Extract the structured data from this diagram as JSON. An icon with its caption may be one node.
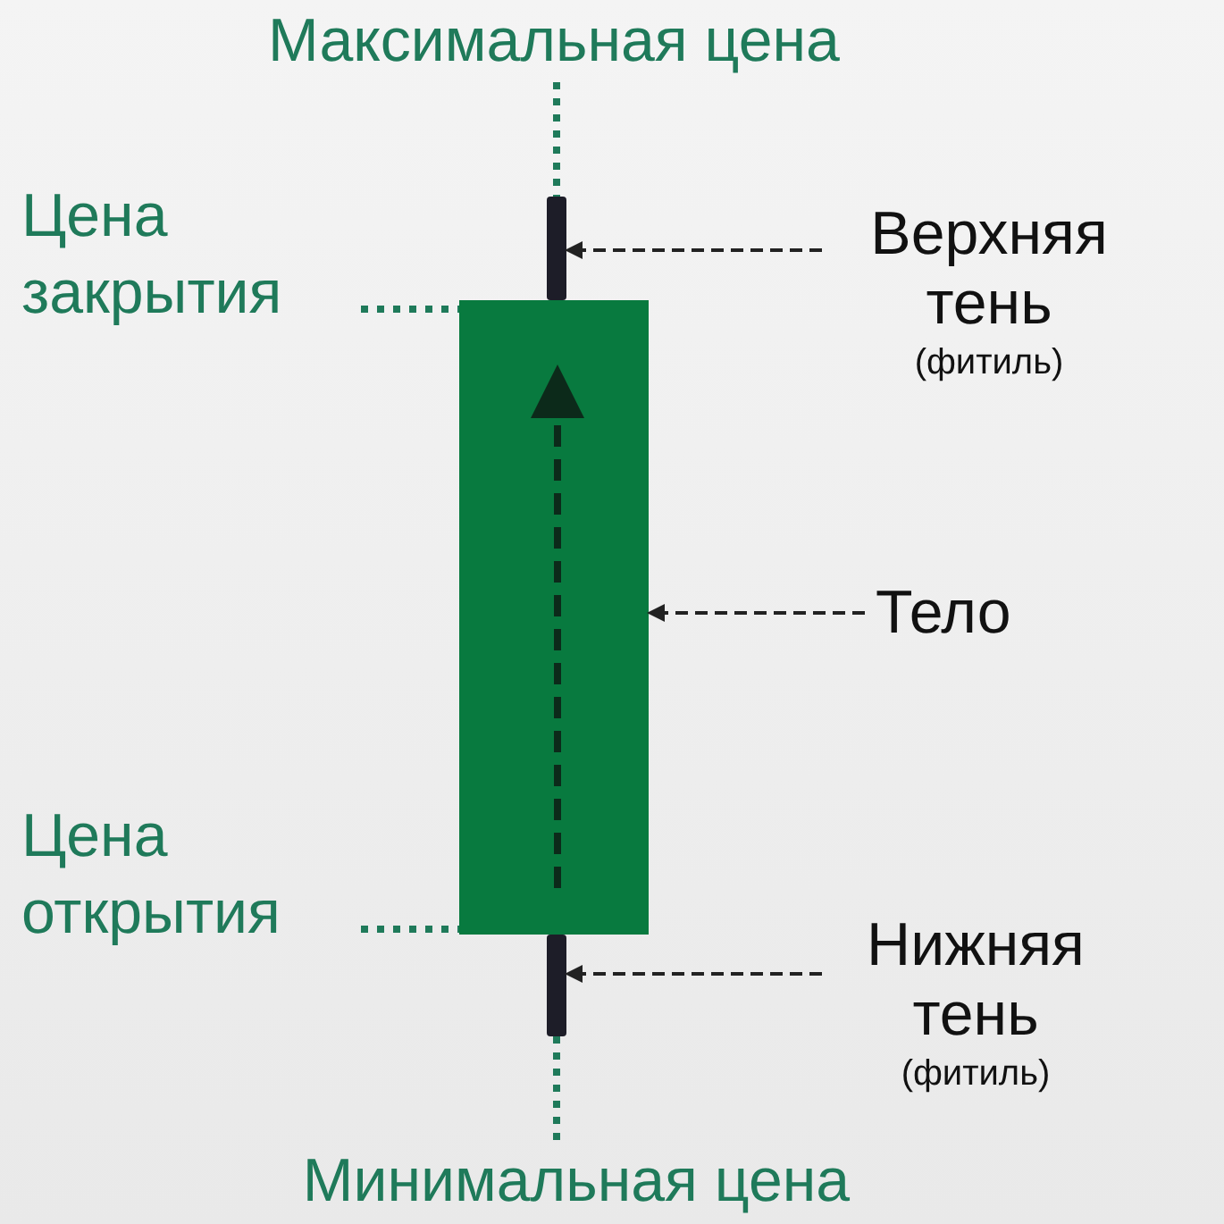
{
  "diagram": {
    "nodes": [
      {
        "text": [
          "Максимальная цена"
        ]
      },
      {
        "text": [
          "Цена закрытия"
        ]
      },
      {
        "text": [],
        "shape": "bar"
      },
      {
        "text": [],
        "shape": "box"
      },
      {
        "text": [],
        "shape": "bar"
      },
      {
        "text": [
          "Цена открытия"
        ]
      },
      {
        "text": [
          "Минимальная цена"
        ]
      },
      {
        "text": [
          "Верхняя тень",
          "(фитиль)"
        ]
      },
      {
        "text": [
          "Тело"
        ]
      },
      {
        "text": [
          "Нижняя тень",
          "(фитиль)"
        ]
      }
    ],
    "edges": [
      {
        "from": 0,
        "to": 2,
        "arrow": "none",
        "style": "dashed"
      },
      {
        "from": 1,
        "to": 3,
        "arrow": "none",
        "style": "dashed"
      },
      {
        "from": 5,
        "to": 3,
        "arrow": "none",
        "style": "dashed"
      },
      {
        "from": 6,
        "to": 4,
        "arrow": "none",
        "style": "dashed"
      },
      {
        "from": 7,
        "to": 2,
        "arrow": "to",
        "style": "dashed",
        "color": "#222222"
      },
      {
        "from": 8,
        "to": 3,
        "arrow": "to",
        "style": "dashed",
        "color": "#222222"
      },
      {
        "from": 9,
        "to": 4,
        "arrow": "to",
        "style": "dashed",
        "color": "#222222"
      }
    ]
  }
}
